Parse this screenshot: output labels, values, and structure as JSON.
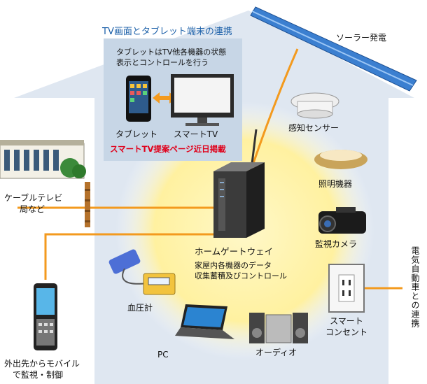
{
  "panel": {
    "title": "TV画面とタブレット端末の連携",
    "desc_line1": "タブレットはTV他各機器の状態",
    "desc_line2": "表示とコントロールを行う",
    "tablet_label": "タブレット",
    "tv_label": "スマートTV",
    "notice": "スマートTV提案ページ近日掲載"
  },
  "devices": {
    "solar": "ソーラー発電",
    "sensor": "感知センサー",
    "lighting": "照明機器",
    "camera": "監視カメラ",
    "outlet_line1": "スマート",
    "outlet_line2": "コンセント",
    "audio": "オーディオ",
    "pc": "PC",
    "bp_monitor": "血圧計",
    "cable_line1": "ケーブルテレビ",
    "cable_line2": "局など",
    "mobile_line1": "外出先からモバイル",
    "mobile_line2": "で監視・制御",
    "ev": "電気自動車との連携"
  },
  "gateway": {
    "title": "ホームゲートウェイ",
    "desc_line1": "家屋内各機器のデータ",
    "desc_line2": "収集蓄積及びコントロール"
  },
  "colors": {
    "house": "#dfe7f1",
    "glow": "#fff3b0",
    "link": "#f39a1e"
  }
}
